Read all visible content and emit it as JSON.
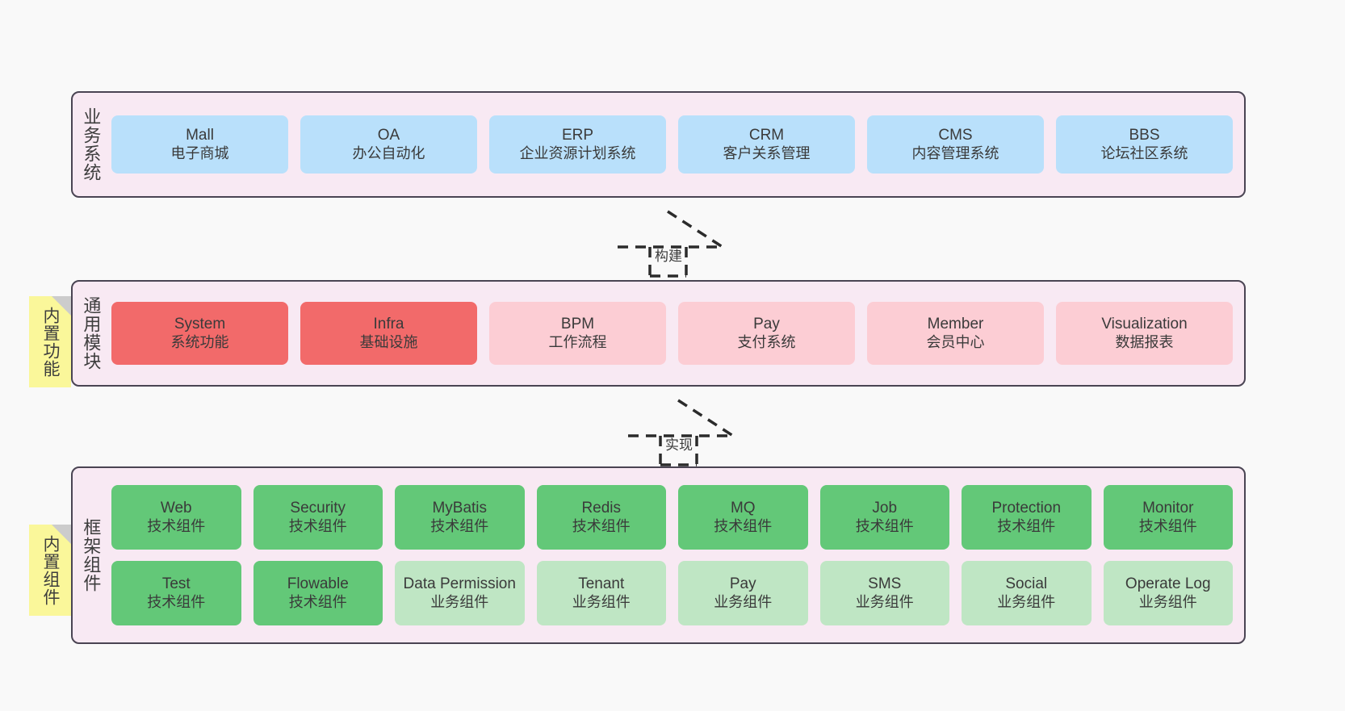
{
  "diagram": {
    "background_color": "#f9f9f9",
    "panel_color": "#f8e9f3",
    "panel_border_color": "#4a4453",
    "note_color": "#faf79a"
  },
  "layers": [
    {
      "id": "business-systems",
      "title": "业务系统",
      "note": null,
      "rows": [
        [
          {
            "title": "Mall",
            "sub": "电子商城",
            "style": "blue",
            "color": "#b9e0fb"
          },
          {
            "title": "OA",
            "sub": "办公自动化",
            "style": "blue",
            "color": "#b9e0fb"
          },
          {
            "title": "ERP",
            "sub": "企业资源计划系统",
            "style": "blue",
            "color": "#b9e0fb"
          },
          {
            "title": "CRM",
            "sub": "客户关系管理",
            "style": "blue",
            "color": "#b9e0fb"
          },
          {
            "title": "CMS",
            "sub": "内容管理系统",
            "style": "blue",
            "color": "#b9e0fb"
          },
          {
            "title": "BBS",
            "sub": "论坛社区系统",
            "style": "blue",
            "color": "#b9e0fb"
          }
        ]
      ]
    },
    {
      "id": "common-modules",
      "title": "通用模块",
      "note": "内置功能",
      "rows": [
        [
          {
            "title": "System",
            "sub": "系统功能",
            "style": "red-strong",
            "color": "#f26a6a"
          },
          {
            "title": "Infra",
            "sub": "基础设施",
            "style": "red-strong",
            "color": "#f26a6a"
          },
          {
            "title": "BPM",
            "sub": "工作流程",
            "style": "red-soft",
            "color": "#fccdd4"
          },
          {
            "title": "Pay",
            "sub": "支付系统",
            "style": "red-soft",
            "color": "#fccdd4"
          },
          {
            "title": "Member",
            "sub": "会员中心",
            "style": "red-soft",
            "color": "#fccdd4"
          },
          {
            "title": "Visualization",
            "sub": "数据报表",
            "style": "red-soft",
            "color": "#fccdd4"
          }
        ]
      ]
    },
    {
      "id": "framework-components",
      "title": "框架组件",
      "note": "内置组件",
      "rows": [
        [
          {
            "title": "Web",
            "sub": "技术组件",
            "style": "green-strong",
            "color": "#63c878"
          },
          {
            "title": "Security",
            "sub": "技术组件",
            "style": "green-strong",
            "color": "#63c878"
          },
          {
            "title": "MyBatis",
            "sub": "技术组件",
            "style": "green-strong",
            "color": "#63c878"
          },
          {
            "title": "Redis",
            "sub": "技术组件",
            "style": "green-strong",
            "color": "#63c878"
          },
          {
            "title": "MQ",
            "sub": "技术组件",
            "style": "green-strong",
            "color": "#63c878"
          },
          {
            "title": "Job",
            "sub": "技术组件",
            "style": "green-strong",
            "color": "#63c878"
          },
          {
            "title": "Protection",
            "sub": "技术组件",
            "style": "green-strong",
            "color": "#63c878"
          },
          {
            "title": "Monitor",
            "sub": "技术组件",
            "style": "green-strong",
            "color": "#63c878"
          }
        ],
        [
          {
            "title": "Test",
            "sub": "技术组件",
            "style": "green-strong",
            "color": "#63c878"
          },
          {
            "title": "Flowable",
            "sub": "技术组件",
            "style": "green-strong",
            "color": "#63c878"
          },
          {
            "title": "Data Permission",
            "sub": "业务组件",
            "style": "green-soft",
            "color": "#bfe6c4"
          },
          {
            "title": "Tenant",
            "sub": "业务组件",
            "style": "green-soft",
            "color": "#bfe6c4"
          },
          {
            "title": "Pay",
            "sub": "业务组件",
            "style": "green-soft",
            "color": "#bfe6c4"
          },
          {
            "title": "SMS",
            "sub": "业务组件",
            "style": "green-soft",
            "color": "#bfe6c4"
          },
          {
            "title": "Social",
            "sub": "业务组件",
            "style": "green-soft",
            "color": "#bfe6c4"
          },
          {
            "title": "Operate Log",
            "sub": "业务组件",
            "style": "green-soft",
            "color": "#bfe6c4"
          }
        ]
      ]
    }
  ],
  "connectors": [
    {
      "id": "build",
      "label": "构建",
      "from": "common-modules",
      "to": "business-systems"
    },
    {
      "id": "implement",
      "label": "实现",
      "from": "framework-components",
      "to": "common-modules"
    }
  ]
}
